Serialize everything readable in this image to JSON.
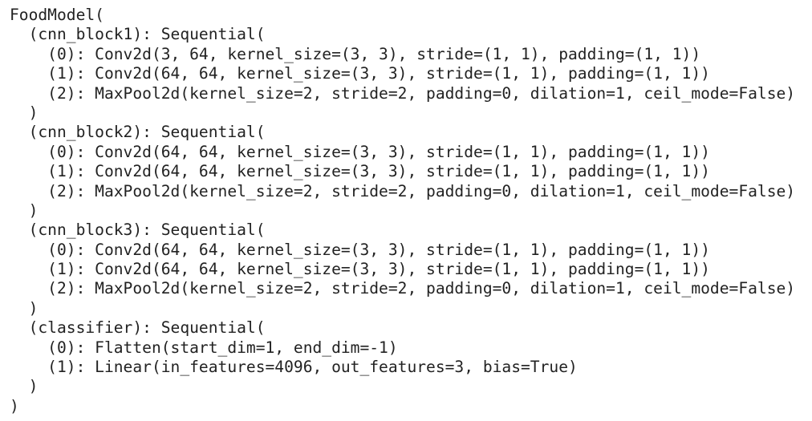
{
  "output": {
    "lines": [
      "FoodModel(",
      "  (cnn_block1): Sequential(",
      "    (0): Conv2d(3, 64, kernel_size=(3, 3), stride=(1, 1), padding=(1, 1))",
      "    (1): Conv2d(64, 64, kernel_size=(3, 3), stride=(1, 1), padding=(1, 1))",
      "    (2): MaxPool2d(kernel_size=2, stride=2, padding=0, dilation=1, ceil_mode=False)",
      "  )",
      "  (cnn_block2): Sequential(",
      "    (0): Conv2d(64, 64, kernel_size=(3, 3), stride=(1, 1), padding=(1, 1))",
      "    (1): Conv2d(64, 64, kernel_size=(3, 3), stride=(1, 1), padding=(1, 1))",
      "    (2): MaxPool2d(kernel_size=2, stride=2, padding=0, dilation=1, ceil_mode=False)",
      "  )",
      "  (cnn_block3): Sequential(",
      "    (0): Conv2d(64, 64, kernel_size=(3, 3), stride=(1, 1), padding=(1, 1))",
      "    (1): Conv2d(64, 64, kernel_size=(3, 3), stride=(1, 1), padding=(1, 1))",
      "    (2): MaxPool2d(kernel_size=2, stride=2, padding=0, dilation=1, ceil_mode=False)",
      "  )",
      "  (classifier): Sequential(",
      "    (0): Flatten(start_dim=1, end_dim=-1)",
      "    (1): Linear(in_features=4096, out_features=3, bias=True)",
      "  )",
      ")"
    ]
  }
}
